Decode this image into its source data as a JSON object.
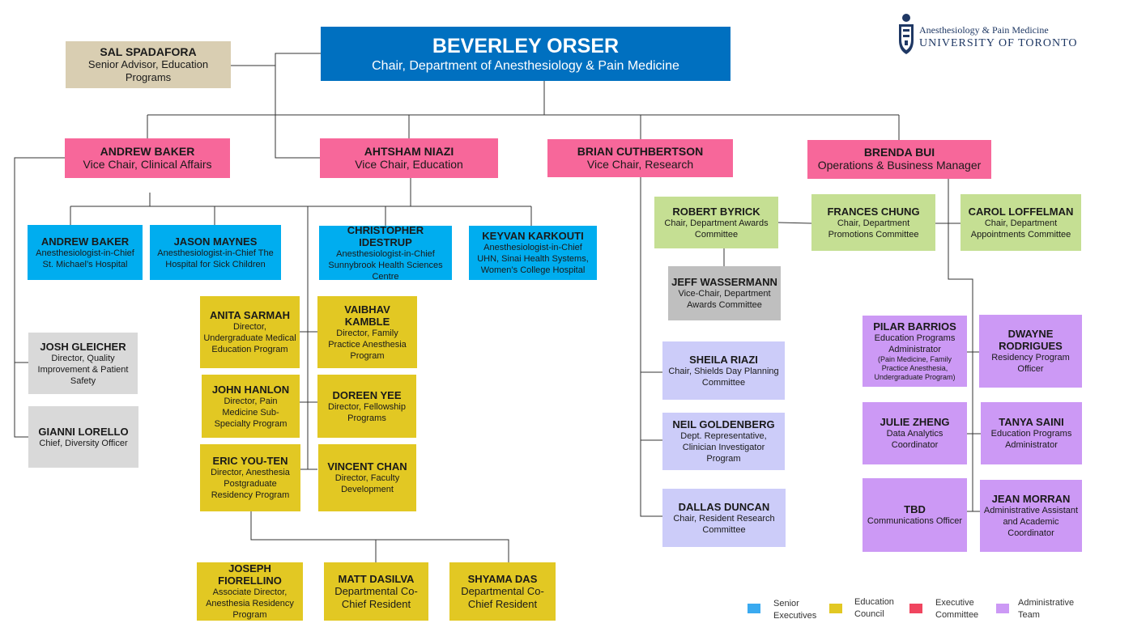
{
  "logo": {
    "line1": "Anesthesiology & Pain Medicine",
    "line2": "UNIVERSITY OF TORONTO",
    "crest_icon": "university-crest-icon"
  },
  "chair": {
    "name": "BEVERLEY ORSER",
    "role": "Chair, Department of Anesthesiology & Pain Medicine"
  },
  "advisor": {
    "name": "SAL SPADAFORA",
    "role": "Senior Advisor, Education Programs"
  },
  "vice_chairs": [
    {
      "name": "ANDREW BAKER",
      "role": "Vice Chair, Clinical Affairs"
    },
    {
      "name": "AHTSHAM NIAZI",
      "role": "Vice Chair, Education"
    },
    {
      "name": "BRIAN CUTHBERTSON",
      "role": "Vice Chair, Research"
    },
    {
      "name": "BRENDA BUI",
      "role": "Operations & Business Manager"
    }
  ],
  "chiefs": [
    {
      "name": "ANDREW BAKER",
      "role": "Anesthesiologist-in-Chief St. Michael’s Hospital"
    },
    {
      "name": "JASON MAYNES",
      "role": "Anesthesiologist-in-Chief The Hospital for Sick Children"
    },
    {
      "name": "CHRISTOPHER IDESTRUP",
      "role": "Anesthesiologist-in-Chief Sunnybrook Health Sciences Centre"
    },
    {
      "name": "KEYVAN KARKOUTI",
      "role": "Anesthesiologist-in-Chief UHN, Sinai Health Systems, Women’s College Hospital"
    }
  ],
  "clinical": [
    {
      "name": "JOSH GLEICHER",
      "role": "Director, Quality Improvement & Patient Safety"
    },
    {
      "name": "GIANNI LORELLO",
      "role": "Chief, Diversity Officer"
    }
  ],
  "education": [
    {
      "name": "ANITA SARMAH",
      "role": "Director, Undergraduate Medical Education Program"
    },
    {
      "name": "VAIBHAV KAMBLE",
      "role": "Director, Family Practice Anesthesia Program"
    },
    {
      "name": "JOHN HANLON",
      "role": "Director, Pain Medicine Sub-Specialty Program"
    },
    {
      "name": "DOREEN YEE",
      "role": "Director, Fellowship Programs"
    },
    {
      "name": "ERIC YOU-TEN",
      "role": "Director, Anesthesia Postgraduate Residency Program"
    },
    {
      "name": "VINCENT CHAN",
      "role": "Director, Faculty Development"
    }
  ],
  "residency": [
    {
      "name": "JOSEPH FIORELLINO",
      "role": "Associate Director, Anesthesia Residency Program"
    },
    {
      "name": "MATT DASILVA",
      "role": "Departmental Co-Chief Resident"
    },
    {
      "name": "SHYAMA DAS",
      "role": "Departmental Co-Chief Resident"
    }
  ],
  "committees": [
    {
      "name": "ROBERT BYRICK",
      "role": "Chair, Department Awards Committee"
    },
    {
      "name": "FRANCES CHUNG",
      "role": "Chair, Department Promotions Committee"
    },
    {
      "name": "CAROL LOFFELMAN",
      "role": "Chair, Department Appointments Committee"
    },
    {
      "name": "JEFF WASSERMANN",
      "role": "Vice-Chair, Department Awards Committee"
    }
  ],
  "research": [
    {
      "name": "SHEILA RIAZI",
      "role": "Chair, Shields Day Planning Committee"
    },
    {
      "name": "NEIL GOLDENBERG",
      "role": "Dept. Representative, Clinician Investigator Program"
    },
    {
      "name": "DALLAS DUNCAN",
      "role": "Chair, Resident Research Committee"
    }
  ],
  "admin": [
    {
      "name": "PILAR BARRIOS",
      "role": "Education Programs Administrator",
      "note": "(Pain Medicine, Family Practice Anesthesia, Undergraduate Program)"
    },
    {
      "name": "DWAYNE RODRIGUES",
      "role": "Residency Program Officer"
    },
    {
      "name": "JULIE ZHENG",
      "role": "Data Analytics Coordinator"
    },
    {
      "name": "TANYA SAINI",
      "role": "Education Programs Administrator"
    },
    {
      "name": "TBD",
      "role": "Communications Officer"
    },
    {
      "name": "JEAN MORRAN",
      "role": "Administrative Assistant and Academic Coordinator"
    }
  ],
  "legend": [
    {
      "label": "Senior Executives",
      "color": "#3aaaf0"
    },
    {
      "label": "Education Council",
      "color": "#e2c823"
    },
    {
      "label": "Executive Committee",
      "color": "#f0455f"
    },
    {
      "label": "Administrative Team",
      "color": "#cc99f5"
    }
  ]
}
